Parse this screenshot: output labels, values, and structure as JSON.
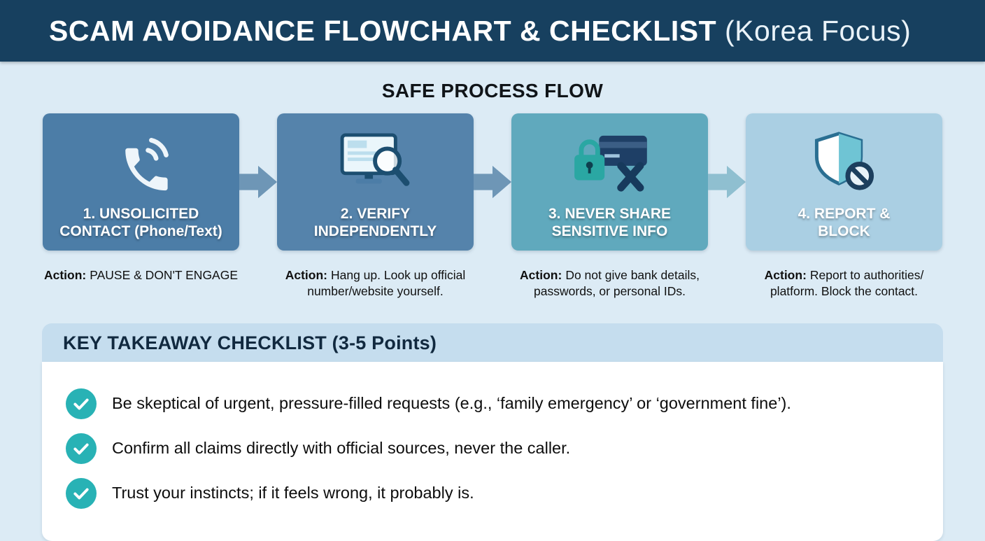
{
  "header": {
    "title_main": "SCAM AVOIDANCE FLOWCHART & CHECKLIST",
    "title_suffix": " (Korea Focus)"
  },
  "flow": {
    "section_title": "SAFE PROCESS FLOW",
    "steps": [
      {
        "icon": "phone-icon",
        "label": "1. UNSOLICITED\nCONTACT (Phone/Text)",
        "action_label": "Action:",
        "action_text": "PAUSE & DON'T ENGAGE"
      },
      {
        "icon": "monitor-magnifier-icon",
        "label": "2. VERIFY\nINDEPENDENTLY",
        "action_label": "Action:",
        "action_text": "Hang up. Look up official\nnumber/website yourself."
      },
      {
        "icon": "lock-card-x-icon",
        "label": "3. NEVER SHARE\nSENSITIVE INFO",
        "action_label": "Action:",
        "action_text": "Do not give bank details,\npasswords, or personal IDs."
      },
      {
        "icon": "shield-block-icon",
        "label": "4. REPORT &\nBLOCK",
        "action_label": "Action:",
        "action_text": "Report to authorities/\nplatform. Block the contact."
      }
    ]
  },
  "checklist": {
    "title": "KEY TAKEAWAY CHECKLIST (3-5 Points)",
    "items": [
      "Be skeptical of urgent, pressure-filled requests (e.g., ‘family emergency’ or ‘government fine’).",
      "Confirm all claims directly with official sources, never the caller.",
      "Trust your instincts; if it feels wrong, it probably is."
    ]
  },
  "colors": {
    "banner_bg": "#17405f",
    "page_bg": "#dcebf5",
    "step1_bg": "#4c7da7",
    "step2_bg": "#5583ab",
    "step3_bg": "#60a9bd",
    "step4_bg": "#aacfe3",
    "arrow": "#6e96b6",
    "arrow_light": "#8fbfd0",
    "checklist_header_bg": "#c5ddee",
    "check_circle": "#28b2b5"
  }
}
